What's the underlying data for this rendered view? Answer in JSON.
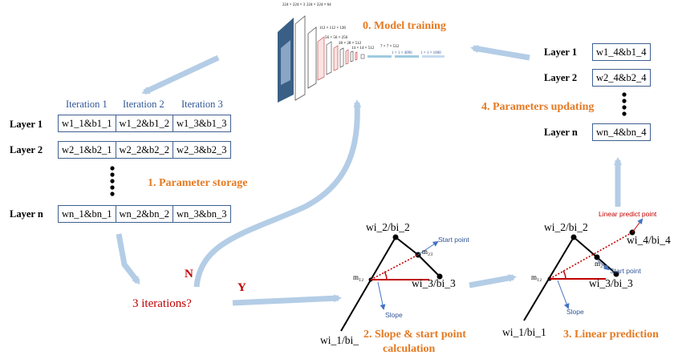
{
  "titles": {
    "model_training": "0. Model training",
    "parameter_storage": "1. Parameter storage",
    "slope_line1": "2. Slope & start point",
    "slope_line2": "calculation",
    "linear_prediction": "3. Linear prediction",
    "parameters_updating": "4. Parameters updating"
  },
  "storage_table": {
    "iterations": [
      "Iteration  1",
      "Iteration  2",
      "Iteration  3"
    ],
    "layers": [
      "Layer 1",
      "Layer 2",
      "Layer n"
    ],
    "rows": [
      [
        "w1_1&b1_1",
        "w1_2&b1_2",
        "w1_3&b1_3"
      ],
      [
        "w2_1&b2_1",
        "w2_2&b2_2",
        "w2_3&b2_3"
      ],
      [
        "wn_1&bn_1",
        "wn_2&bn_2",
        "wn_3&bn_3"
      ]
    ]
  },
  "update_table": {
    "layers": [
      "Layer 1",
      "Layer 2",
      "Layer n"
    ],
    "rows": [
      "w1_4&b1_4",
      "w2_4&b2_4",
      "wn_4&bn_4"
    ]
  },
  "decision": {
    "question": "3 iterations?",
    "no": "N",
    "yes": "Y"
  },
  "slope_plot": {
    "top": "wi_2/bi_2",
    "bottom": "wi_1/bi_",
    "right": "wi_3/bi_3",
    "m12": "m₁₂",
    "m23": "m₂₃",
    "start_point": "Start point",
    "slope": "Slope"
  },
  "linear_plot": {
    "top": "wi_2/bi_2",
    "bottom": "wi_1/bi_1",
    "right": "wi_3/bi_3",
    "far": "wi_4/bi_4",
    "m12": "m₁₂",
    "m23": "m₂₃",
    "start_point": "Start point",
    "slope": "Slope",
    "linear_predict_point": "Linear predict point"
  },
  "cnn_labels": [
    "224 × 224 × 3",
    "224 × 224 × 64",
    "112 × 112 × 128",
    "56 × 56 × 256",
    "28 × 28 × 512",
    "14 × 14 × 512",
    "7 × 7 × 512",
    "1 × 1 × 4096",
    "1 × 1 × 1000"
  ],
  "colors": {
    "arrow": "#b4cde6",
    "orange": "#e57a23",
    "red": "#c00000",
    "blue": "#2f5597"
  }
}
